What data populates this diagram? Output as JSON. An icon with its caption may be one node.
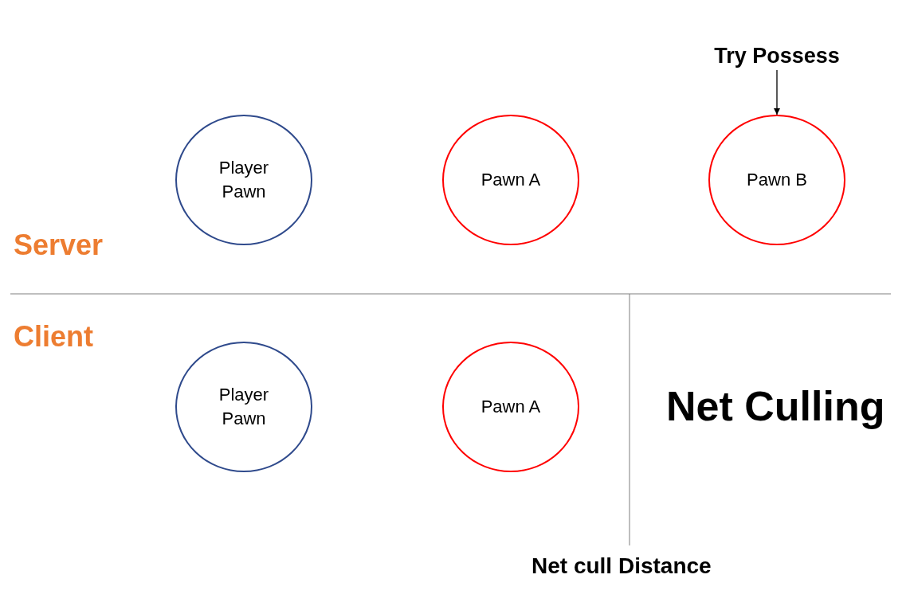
{
  "diagram": {
    "nodes": [
      {
        "text": [
          "Try Possess"
        ]
      },
      {
        "text": [
          "Player Pawn"
        ]
      },
      {
        "text": [
          "Pawn A"
        ]
      },
      {
        "text": [
          "Pawn B"
        ]
      },
      {
        "text": [
          "Player Pawn"
        ]
      },
      {
        "text": [
          "Pawn A"
        ]
      }
    ],
    "edges": [
      {
        "from": 0,
        "to": 3,
        "arrow": "to"
      }
    ],
    "labels": [
      "Server",
      "Client",
      "Net Culling",
      "Net cull Distance"
    ]
  }
}
